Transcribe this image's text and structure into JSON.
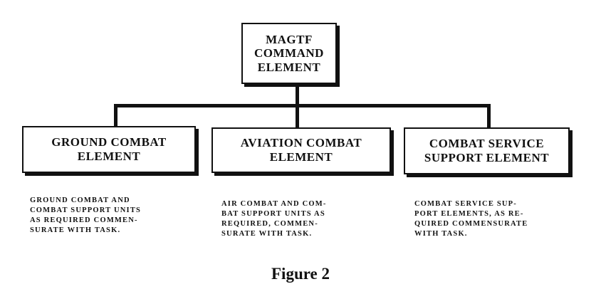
{
  "diagram": {
    "top_box": {
      "lines": [
        "MAGTF",
        "COMMAND",
        "ELEMENT"
      ]
    },
    "boxes": [
      {
        "title_lines": [
          "GROUND COMBAT",
          "ELEMENT"
        ],
        "desc_lines": [
          "GROUND COMBAT AND",
          "COMBAT SUPPORT UNITS",
          "AS REQUIRED COMMEN-",
          "SURATE WITH TASK."
        ]
      },
      {
        "title_lines": [
          "AVIATION COMBAT",
          "ELEMENT"
        ],
        "desc_lines": [
          "AIR COMBAT AND COM-",
          "BAT SUPPORT UNITS AS",
          "REQUIRED, COMMEN-",
          "SURATE WITH TASK."
        ]
      },
      {
        "title_lines": [
          "COMBAT SERVICE",
          "SUPPORT ELEMENT"
        ],
        "desc_lines": [
          "COMBAT SERVICE SUP-",
          "PORT ELEMENTS, AS RE-",
          "QUIRED COMMENSURATE",
          "WITH TASK."
        ]
      }
    ]
  },
  "caption": "Figure 2"
}
